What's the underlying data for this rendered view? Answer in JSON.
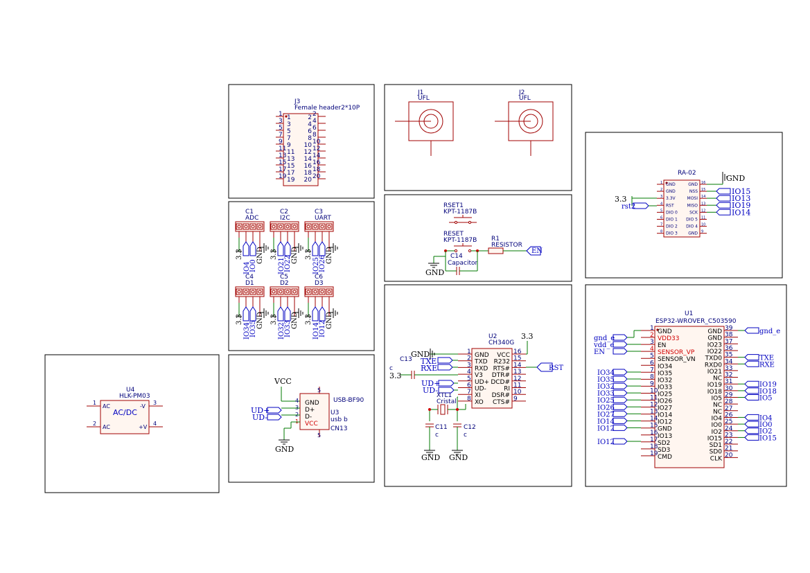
{
  "u4": {
    "ref": "U4",
    "value": "HLK-PM03",
    "center": "AC/DC",
    "pins": [
      "AC",
      "AC",
      "-V",
      "+V"
    ],
    "pin_numbers": [
      "1",
      "2",
      "3",
      "4"
    ]
  },
  "j3": {
    "ref": "J3",
    "value": "Female header2*10P",
    "left": [
      "1",
      "3",
      "5",
      "7",
      "9",
      "11",
      "13",
      "15",
      "17",
      "19"
    ],
    "right": [
      "2",
      "4",
      "6",
      "8",
      "10",
      "12",
      "14",
      "16",
      "18",
      "20"
    ]
  },
  "conn": [
    {
      "ref": "C1",
      "value": "ADC",
      "labels": [
        "3.3",
        "IO4",
        "IO0",
        "GND"
      ]
    },
    {
      "ref": "C2",
      "value": "I2C",
      "labels": [
        "3.3",
        "IO21",
        "IO22",
        "GND"
      ]
    },
    {
      "ref": "C3",
      "value": "UART",
      "labels": [
        "3.3",
        "IO25",
        "IO26",
        "GND"
      ]
    },
    {
      "ref": "C4",
      "value": "D1",
      "labels": [
        "3.3",
        "IO34",
        "IO35",
        "GND"
      ]
    },
    {
      "ref": "C5",
      "value": "D2",
      "labels": [
        "3.3",
        "IO32",
        "IO33",
        "GND"
      ]
    },
    {
      "ref": "C6",
      "value": "D3",
      "labels": [
        "3.3",
        "IO14",
        "IO12",
        "GND"
      ]
    }
  ],
  "usb": {
    "ref": "U3",
    "value": "usb b",
    "part": "USB-BF90",
    "alt": "CN13",
    "pins": [
      "GND",
      "D+",
      "D-",
      "VCC"
    ],
    "pin_numbers": [
      "4",
      "3",
      "2",
      "1"
    ],
    "vcc": "VCC",
    "gnd": "GND",
    "udp": "UD+",
    "udm": "UD-",
    "shield": [
      "5",
      "5"
    ]
  },
  "j1": {
    "ref": "J1",
    "value": "UFL"
  },
  "j2": {
    "ref": "J2",
    "value": "UFL"
  },
  "reset": {
    "rset1": "RSET1",
    "rset1_val": "KPT-1187B",
    "reset": "RESET",
    "reset_val": "KPT-1187B",
    "r1": "R1",
    "r1_val": "RESISTOR",
    "c14": "C14",
    "c14_val": "Capacitor",
    "en": "EN",
    "gnd": "GND"
  },
  "ch340": {
    "ref": "U2",
    "value": "CH340G",
    "left_pins": [
      "GND",
      "TXD",
      "RXD",
      "V3",
      "UD+",
      "UD-",
      "XI",
      "XO"
    ],
    "left_numbers": [
      "1",
      "2",
      "3",
      "4",
      "5",
      "6",
      "7",
      "8"
    ],
    "right_pins": [
      "VCC",
      "R232",
      "RTS#",
      "DTR#",
      "DCD#",
      "RI",
      "DSR#",
      "CTS#"
    ],
    "right_numbers": [
      "16",
      "15",
      "14",
      "13",
      "12",
      "11",
      "10",
      "9"
    ],
    "gnd": "GND",
    "txe": "TXE",
    "rxe": "RXE",
    "udp": "UD+",
    "udm": "UD-",
    "rst": "RST",
    "v33": "3.3",
    "v33b": "3.3",
    "c13": "C13",
    "c13_val": "c",
    "xtl": "XTL1",
    "xtl_val": "Cristal",
    "c11": "C11",
    "c11_val": "c",
    "c12": "C12",
    "c12_val": "c"
  },
  "ra02": {
    "ref": "RA-02",
    "left_pins": [
      "GND",
      "GND",
      "3.3V",
      "RST",
      "DIO 0",
      "DIO 1",
      "DIO 2",
      "DIO 3"
    ],
    "left_numbers": [
      "1",
      "2",
      "3",
      "4",
      "5",
      "6",
      "7",
      "8"
    ],
    "right_pins": [
      "GND",
      "NSS",
      "MOSI",
      "MISO",
      "SCK",
      "DIO 5",
      "DIO 4",
      "GND"
    ],
    "right_numbers": [
      "16",
      "15",
      "14",
      "13",
      "12",
      "11",
      "10",
      "9"
    ],
    "gnd": "GND",
    "v33": "3.3",
    "rst2": "rst2",
    "nets": [
      "IO15",
      "IO13",
      "IO19",
      "IO14"
    ]
  },
  "esp": {
    "ref": "U1",
    "value": "ESP32-WROVER_C503590",
    "left_pins": [
      "GND",
      "VDD33",
      "EN",
      "SENSOR_VP",
      "SENSOR_VN",
      "IO34",
      "IO35",
      "IO32",
      "IO33",
      "IO25",
      "IO26",
      "IO27",
      "IO14",
      "IO12",
      "GND",
      "IO13",
      "SD2",
      "SD3",
      "CMD"
    ],
    "left_numbers": [
      "1",
      "2",
      "3",
      "4",
      "5",
      "6",
      "7",
      "8",
      "9",
      "10",
      "11",
      "12",
      "13",
      "14",
      "15",
      "16",
      "17",
      "18",
      "19"
    ],
    "right_pins": [
      "GND",
      "GND",
      "IO23",
      "IO22",
      "TXD0",
      "RXD0",
      "IO21",
      "NC",
      "IO19",
      "IO18",
      "IO5",
      "NC",
      "NC",
      "IO4",
      "IO0",
      "IO2",
      "IO15",
      "SD1",
      "SD0",
      "CLK"
    ],
    "right_numbers": [
      "39",
      "38",
      "37",
      "36",
      "35",
      "34",
      "33",
      "32",
      "31",
      "30",
      "29",
      "28",
      "27",
      "26",
      "25",
      "24",
      "23",
      "22",
      "21",
      "20"
    ],
    "left_nets": [
      "gnd_e",
      "vdd_e",
      "EN"
    ],
    "left_io": [
      "IO34",
      "IO35",
      "IO32",
      "IO33",
      "IO25",
      "IO26",
      "IO27",
      "IO14",
      "IO12"
    ],
    "io12b": "IO12",
    "right_nets": {
      "gnd_e": "gnd_e",
      "txe": "TXE",
      "rxe": "RXE",
      "io19": "IO19",
      "io18": "IO18",
      "io5": "IO5",
      "io4": "IO4",
      "io0": "IO0",
      "io2": "IO2",
      "io15": "IO15"
    }
  },
  "colors": {
    "body_outline": "#a00000",
    "wire": "#007a00",
    "net_label": "#0000c0",
    "text": "#00007a"
  }
}
